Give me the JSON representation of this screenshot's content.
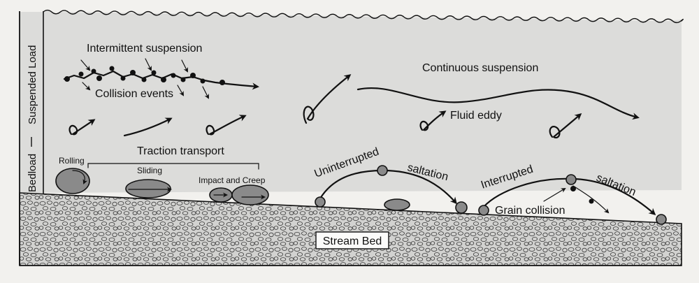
{
  "zones": {
    "suspended_load": "Suspended Load",
    "bedload": "Bedload",
    "stream_bed": "Stream Bed"
  },
  "labels": {
    "intermittent_suspension": "Intermittent suspension",
    "collision_events": "Collision events",
    "continuous_suspension": "Continuous suspension",
    "fluid_eddy": "Fluid eddy",
    "traction_transport": "Traction transport",
    "rolling": "Rolling",
    "sliding": "Sliding",
    "impact_and_creep": "Impact and Creep",
    "uninterrupted": "Uninterrupted",
    "saltation_1": "saltation",
    "interrupted": "Interrupted",
    "saltation_2": "saltation",
    "grain_collision": "Grain collision"
  },
  "colors": {
    "water": "#dcdcda",
    "bed": "#cfcfcf",
    "grain": "#8a8a8a",
    "ink": "#111111",
    "paper": "#f2f1ee"
  }
}
